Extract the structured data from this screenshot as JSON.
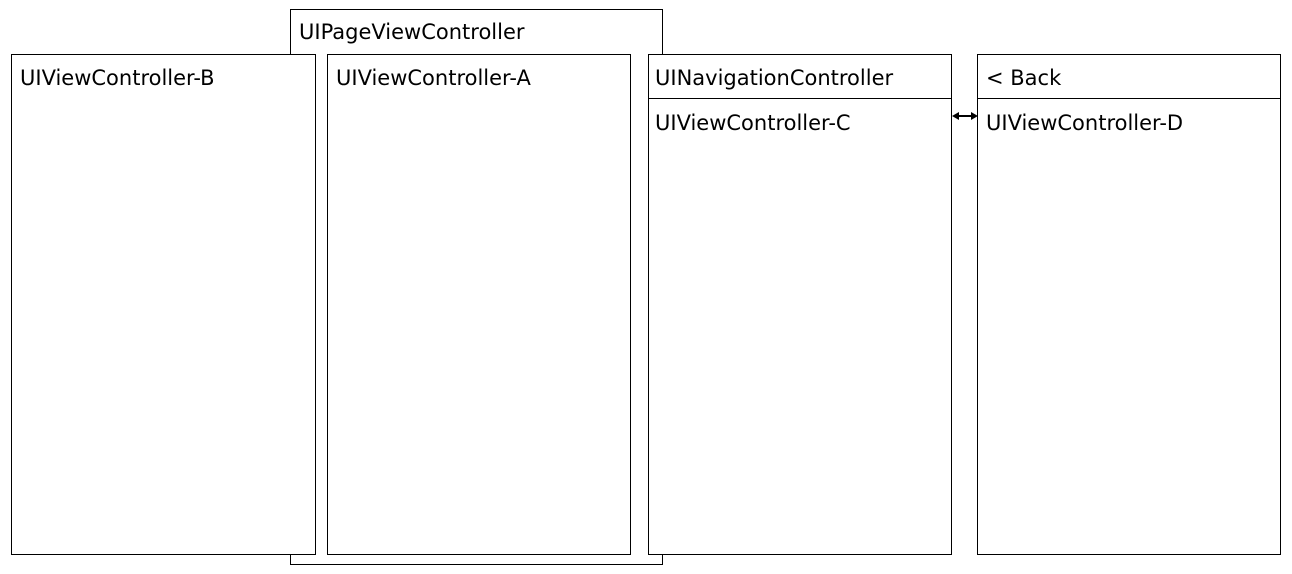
{
  "page_view_controller": {
    "title": "UIPageViewController"
  },
  "view_controller_b": {
    "label": "UIViewController-B"
  },
  "view_controller_a": {
    "label": "UIViewController-A"
  },
  "navigation_controller": {
    "title": "UINavigationController",
    "root_label": "UIViewController-C"
  },
  "pushed_screen": {
    "back_label": "< Back",
    "label": "UIViewController-D"
  },
  "connector": {
    "icon": "double-arrow-icon"
  }
}
